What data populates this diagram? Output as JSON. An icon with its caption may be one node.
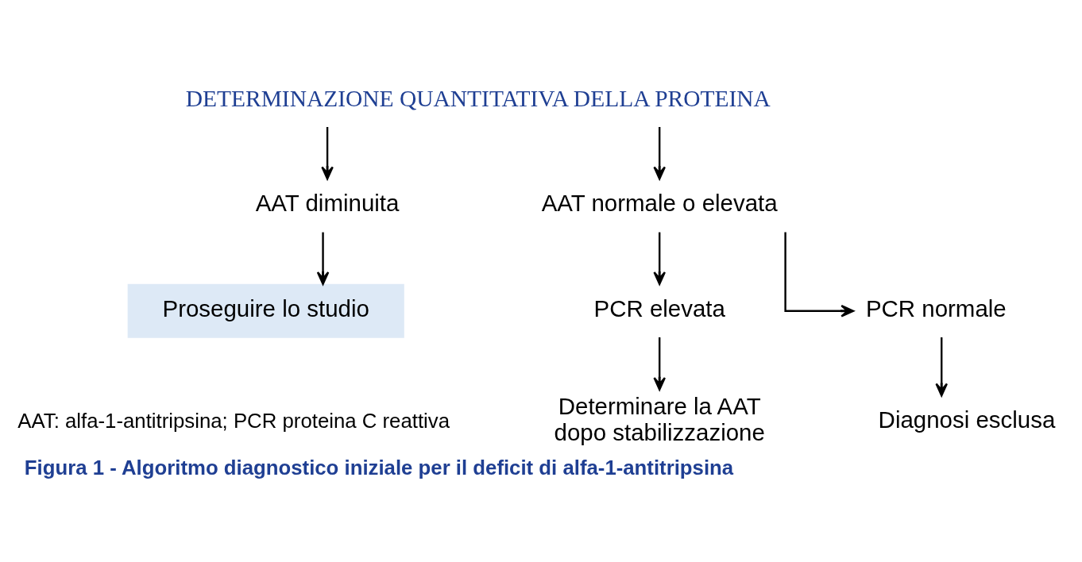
{
  "diagram": {
    "caption": "Figura 1 - Algoritmo diagnostico iniziale per il deficit di alfa-1-antitripsina",
    "nodes": [
      {
        "text": [
          "DETERMINAZIONE QUANTITATIVA DELLA PROTEINA"
        ]
      },
      {
        "text": [
          "AAT diminuita"
        ]
      },
      {
        "text": [
          "AAT normale o elevata"
        ]
      },
      {
        "text": [
          "Proseguire lo studio"
        ]
      },
      {
        "text": [
          "PCR elevata"
        ]
      },
      {
        "text": [
          "PCR normale"
        ]
      },
      {
        "text": [
          "Determinare la AAT dopo stabilizzazione"
        ]
      },
      {
        "text": [
          "Diagnosi esclusa"
        ]
      }
    ],
    "edges": [
      {
        "from": 0,
        "to": 1,
        "arrow": "to"
      },
      {
        "from": 0,
        "to": 2,
        "arrow": "to"
      },
      {
        "from": 1,
        "to": 3,
        "arrow": "to"
      },
      {
        "from": 2,
        "to": 4,
        "arrow": "to"
      },
      {
        "from": 2,
        "to": 5,
        "arrow": "to"
      },
      {
        "from": 4,
        "to": 6,
        "arrow": "to"
      },
      {
        "from": 5,
        "to": 7,
        "arrow": "to"
      }
    ],
    "labels": [
      "AAT: alfa-1-antitripsina; PCR proteina C reattiva"
    ]
  }
}
